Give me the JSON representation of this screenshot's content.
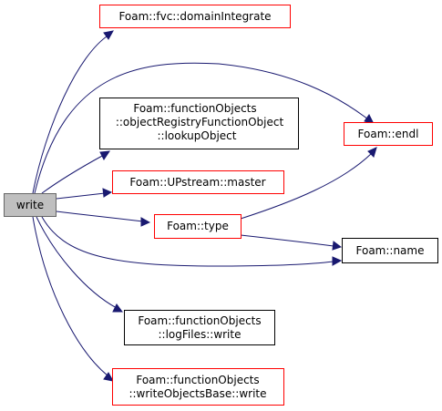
{
  "colors": {
    "edge": "#191970",
    "border_linked": "#ff0000",
    "border_plain": "#000000",
    "border_root": "#666666",
    "root_fill": "#bfbfbf",
    "node_fill": "#ffffff"
  },
  "nodes": {
    "write_root": {
      "lines": [
        "write"
      ]
    },
    "domain_integrate": {
      "lines": [
        "Foam::fvc::domainIntegrate"
      ]
    },
    "lookup_object": {
      "lines": [
        "Foam::functionObjects",
        "::objectRegistryFunctionObject",
        "::lookupObject"
      ]
    },
    "upstream_master": {
      "lines": [
        "Foam::UPstream::master"
      ]
    },
    "endl": {
      "lines": [
        "Foam::endl"
      ]
    },
    "type": {
      "lines": [
        "Foam::type"
      ]
    },
    "name": {
      "lines": [
        "Foam::name"
      ]
    },
    "logfiles_write": {
      "lines": [
        "Foam::functionObjects",
        "::logFiles::write"
      ]
    },
    "writeobjectsbase_write": {
      "lines": [
        "Foam::functionObjects",
        "::writeObjectsBase::write"
      ]
    }
  }
}
